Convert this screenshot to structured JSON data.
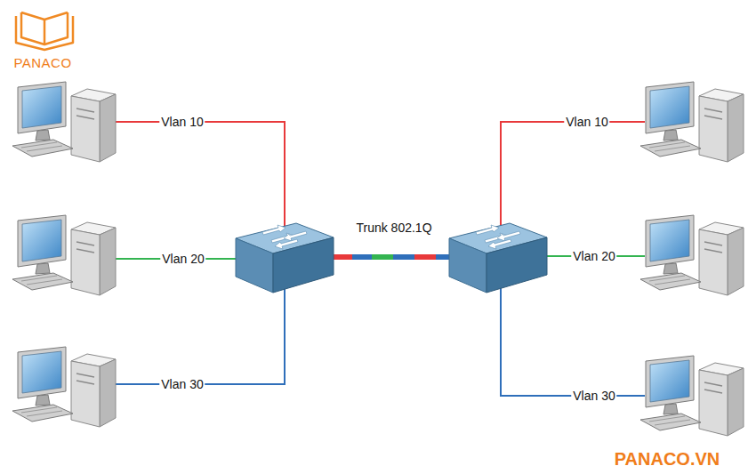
{
  "diagram": {
    "labels": [
      "PANACO",
      "Vlan 10",
      "Vlan 10",
      "Trunk 802.1Q",
      "Vlan 20",
      "Vlan 20",
      "Vlan 30",
      "Vlan 30",
      "PANACO.VN"
    ]
  }
}
